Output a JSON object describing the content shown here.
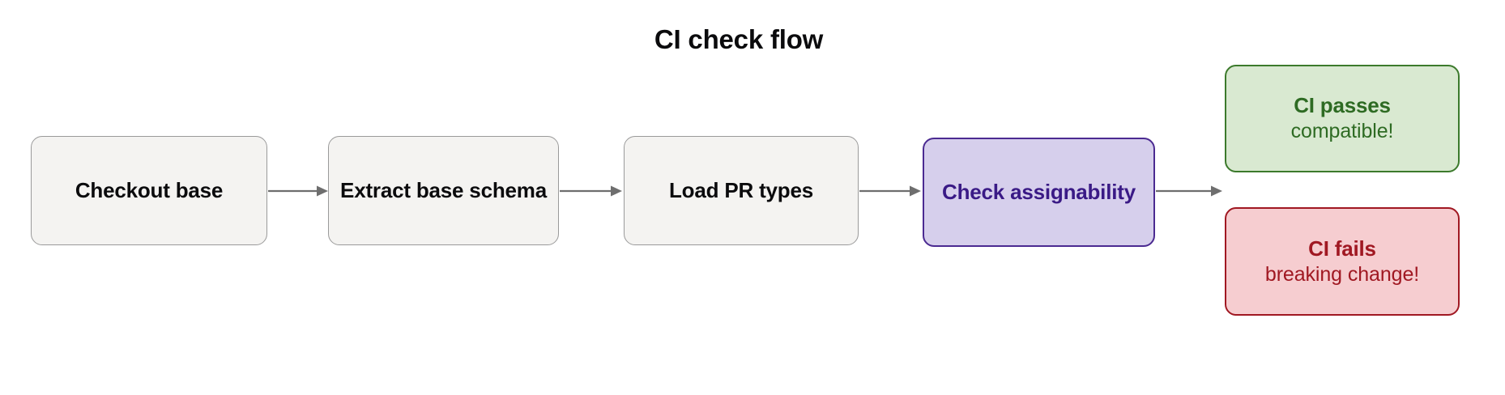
{
  "diagram": {
    "title": "CI check flow",
    "type": "flowchart",
    "direction": "left-to-right",
    "background": "#ffffff",
    "palette": {
      "process_fill": "#f4f3f1",
      "process_stroke": "#9a9a9a",
      "process_text": "#0b0b0d",
      "highlight_fill": "#d6cfec",
      "highlight_stroke": "#4b2a91",
      "highlight_text": "#3a1a86",
      "success_fill": "#d9e9d1",
      "success_stroke": "#3c7a2c",
      "success_text": "#2e6b23",
      "failure_fill": "#f6cdd0",
      "failure_stroke": "#a01822",
      "failure_text": "#a01822",
      "edge_stroke": "#6e6e6e"
    },
    "nodes": [
      {
        "id": "checkout-base",
        "label": "Checkout base",
        "sublabel": "",
        "kind": "process"
      },
      {
        "id": "extract-base-schema",
        "label": "Extract base schema",
        "sublabel": "",
        "kind": "process"
      },
      {
        "id": "load-pr-types",
        "label": "Load PR types",
        "sublabel": "",
        "kind": "process"
      },
      {
        "id": "check-assignability",
        "label": "Check assignability",
        "sublabel": "",
        "kind": "highlight"
      },
      {
        "id": "ci-passes",
        "label": "CI passes",
        "sublabel": "compatible!",
        "kind": "success"
      },
      {
        "id": "ci-fails",
        "label": "CI fails",
        "sublabel": "breaking change!",
        "kind": "failure"
      }
    ],
    "edges": [
      {
        "id": "edge-1",
        "from": "checkout-base",
        "to": "extract-base-schema",
        "label": ""
      },
      {
        "id": "edge-2",
        "from": "extract-base-schema",
        "to": "load-pr-types",
        "label": ""
      },
      {
        "id": "edge-3",
        "from": "load-pr-types",
        "to": "check-assignability",
        "label": ""
      },
      {
        "id": "edge-4",
        "from": "check-assignability",
        "to": "ci-passes",
        "label": ""
      }
    ]
  }
}
